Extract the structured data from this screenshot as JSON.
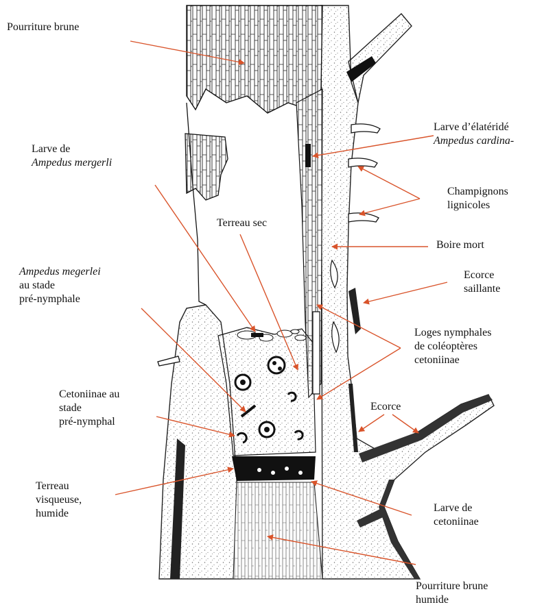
{
  "colors": {
    "ink": "#111111",
    "arrow": "#d9542b",
    "paper": "#ffffff",
    "stipple": "#7a7a7a",
    "frass": "#1a1a1a"
  },
  "labels": {
    "pourriture_brune": "Pourriture brune",
    "larve_mergerli_1": "Larve de",
    "larve_mergerli_2": "Ampedus mergerli",
    "terreau_sec": "Terreau sec",
    "megerlei_1": "Ampedus megerlei",
    "megerlei_2": "au stade",
    "megerlei_3": "pré-nymphale",
    "cetoniinae_stade_1": "Cetoniinae au",
    "cetoniinae_stade_2": "stade",
    "cetoniinae_stade_3": "pré-nymphal",
    "terreau_visqueuse_1": "Terreau",
    "terreau_visqueuse_2": "visqueuse,",
    "terreau_visqueuse_3": "humide",
    "elateride_1": "Larve d’élatéridé",
    "elateride_2": "Ampedus cardina-",
    "champignons_1": "Champignons",
    "champignons_2": "lignicoles",
    "boire_mort": "Boire mort",
    "ecorce_saillante_1": "Ecorce",
    "ecorce_saillante_2": "saillante",
    "loges_1": "Loges nymphales",
    "loges_2": "de coléoptères",
    "loges_3": "cetoniinae",
    "ecorce": "Ecorce",
    "larve_cetoniinae_1": "Larve de",
    "larve_cetoniinae_2": "cetoniinae",
    "pourriture_humide_1": "Pourriture brune",
    "pourriture_humide_2": "humide"
  }
}
